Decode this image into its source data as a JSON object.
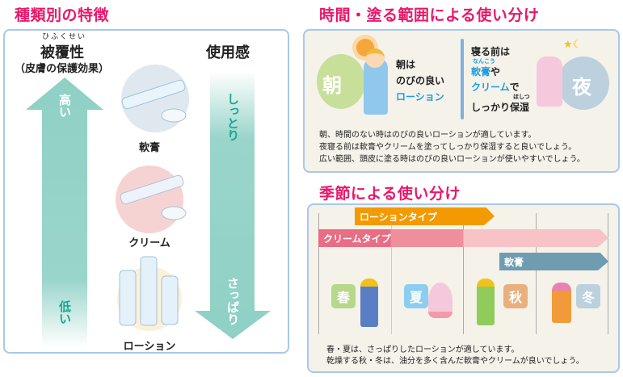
{
  "left": {
    "title": "種類別の特徴",
    "coverage_ruby": "ひふくせい",
    "coverage_label": "被覆性",
    "coverage_sub": "（皮膚の保護効果）",
    "high": "高い",
    "low": "低い",
    "feel_label": "使用感",
    "moist": "しっとり",
    "light": "さっぱり",
    "products": [
      "軟膏",
      "クリーム",
      "ローション"
    ]
  },
  "time": {
    "title": "時間・塗る範囲による使い分け",
    "morning_badge": "朝",
    "morning_line1": "朝は",
    "morning_line2": "のびの良い",
    "morning_line3": "ローション",
    "night_badge": "夜",
    "night_line1": "寝る前は",
    "night_ointment": "軟膏",
    "night_ointment_ruby": "なんこう",
    "night_ya": "や",
    "night_cream": "クリーム",
    "night_de": "で",
    "night_line4a": "しっかり",
    "night_line4b": "保湿",
    "night_line4_ruby": "ほしつ",
    "desc": [
      "朝、時間のない時はのびの良いローションが適しています。",
      "夜寝る前は軟膏やクリームを塗ってしっかり保湿すると良いでしょう。",
      "広い範囲、頭皮に塗る時はのびの良いローションが使いやすいでしょう。"
    ]
  },
  "season": {
    "title": "季節による使い分け",
    "lotion_type": "ローションタイプ",
    "cream_type": "クリームタイプ",
    "ointment": "軟膏",
    "seasons": [
      "春",
      "夏",
      "秋",
      "冬"
    ],
    "desc": [
      "春・夏は、さっぱりしたローションが適しています。",
      "乾燥する秋・冬は、油分を多く含んだ軟膏やクリームが良いでしょう。"
    ]
  },
  "colors": {
    "title": "#e8186a",
    "teal": "#8fd0c5",
    "lotion": "#f39a00",
    "cream": "#e96d84",
    "ointment": "#6f9cb0"
  }
}
